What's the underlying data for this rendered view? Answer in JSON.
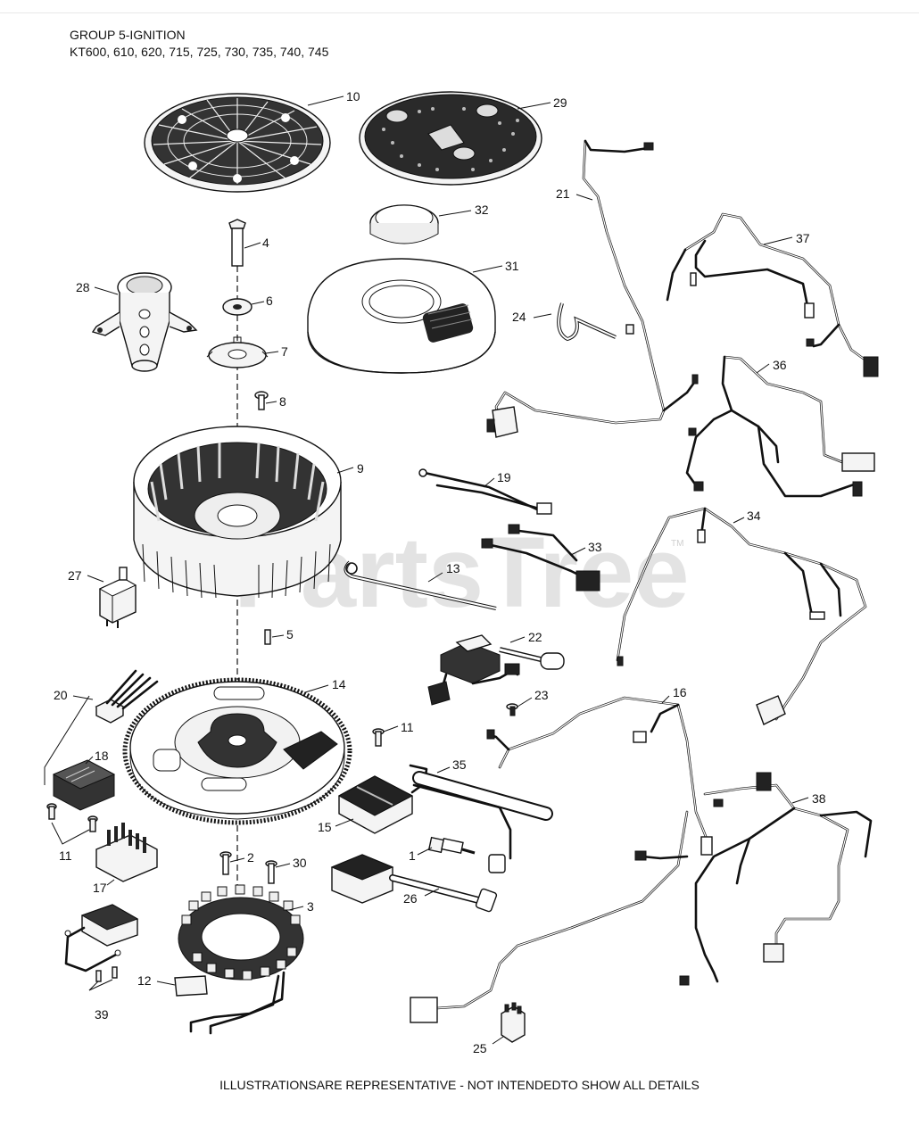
{
  "header": {
    "group": "GROUP 5-IGNITION",
    "models": "KT600, 610, 620, 715, 725, 730, 735, 740, 745"
  },
  "footer": {
    "disclaimer": "ILLUSTRATIONSARE REPRESENTATIVE - NOT INTENDEDTO SHOW ALL DETAILS"
  },
  "watermark": {
    "text": "PartsTree",
    "tm": "TM"
  },
  "callouts": {
    "c10": "10",
    "c29": "29",
    "c32": "32",
    "c21": "21",
    "c37": "37",
    "c4": "4",
    "c28": "28",
    "c6": "6",
    "c31": "31",
    "c24": "24",
    "c7": "7",
    "c36": "36",
    "c8": "8",
    "c9": "9",
    "c19": "19",
    "c34": "34",
    "c33": "33",
    "c27": "27",
    "c13": "13",
    "c5": "5",
    "c22": "22",
    "c20": "20",
    "c14": "14",
    "c23": "23",
    "c16": "16",
    "c11a": "11",
    "c18": "18",
    "c35": "35",
    "c15": "15",
    "c38": "38",
    "c11b": "11",
    "c1": "1",
    "c2": "2",
    "c30": "30",
    "c17": "17",
    "c3": "3",
    "c26": "26",
    "c12": "12",
    "c39": "39",
    "c25": "25"
  }
}
